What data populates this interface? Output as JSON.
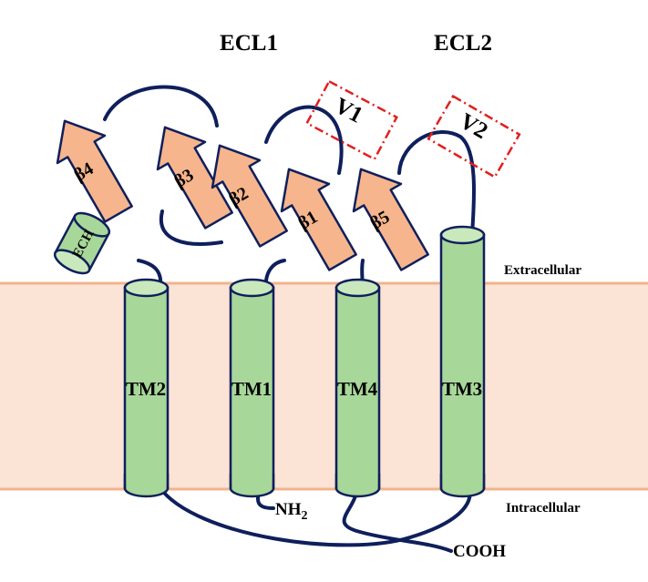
{
  "labels": {
    "ecl1": "ECL1",
    "ecl2": "ECL2",
    "extracellular": "Extracellular",
    "intracellular": "Intracellular",
    "nh2": "NH",
    "nh2_sub": "2",
    "cooh": "COOH",
    "ech": "ECH"
  },
  "helices": {
    "tm1": "TM1",
    "tm2": "TM2",
    "tm3": "TM3",
    "tm4": "TM4"
  },
  "strands": {
    "b1": "β1",
    "b2": "β2",
    "b3": "β3",
    "b4": "β4",
    "b5": "β5"
  },
  "variable_regions": {
    "v1": "V1",
    "v2": "V2"
  },
  "colors": {
    "membrane_fill": "#fbe3d5",
    "membrane_edge": "#f0b48d",
    "helix_fill": "#a8d79a",
    "strand_fill": "#f6b58c",
    "loop_stroke": "#0f1f5c",
    "variable_box": "#e0201f"
  }
}
